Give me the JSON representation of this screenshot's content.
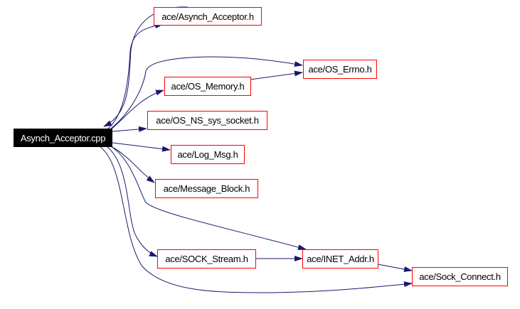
{
  "graph": {
    "root": "Asynch_Acceptor.cpp",
    "nodes": {
      "asynch_acceptor_h": "ace/Asynch_Acceptor.h",
      "os_errno_h": "ace/OS_Errno.h",
      "os_memory_h": "ace/OS_Memory.h",
      "os_ns_sys_socket_h": "ace/OS_NS_sys_socket.h",
      "log_msg_h": "ace/Log_Msg.h",
      "message_block_h": "ace/Message_Block.h",
      "sock_stream_h": "ace/SOCK_Stream.h",
      "inet_addr_h": "ace/INET_Addr.h",
      "sock_connect_h": "ace/Sock_Connect.h"
    },
    "edges": [
      [
        "Asynch_Acceptor.cpp",
        "ace/Asynch_Acceptor.h"
      ],
      [
        "ace/Asynch_Acceptor.h",
        "Asynch_Acceptor.cpp"
      ],
      [
        "Asynch_Acceptor.cpp",
        "ace/OS_Errno.h"
      ],
      [
        "Asynch_Acceptor.cpp",
        "ace/OS_Memory.h"
      ],
      [
        "ace/OS_Memory.h",
        "ace/OS_Errno.h"
      ],
      [
        "Asynch_Acceptor.cpp",
        "ace/OS_NS_sys_socket.h"
      ],
      [
        "Asynch_Acceptor.cpp",
        "ace/Log_Msg.h"
      ],
      [
        "Asynch_Acceptor.cpp",
        "ace/Message_Block.h"
      ],
      [
        "Asynch_Acceptor.cpp",
        "ace/INET_Addr.h"
      ],
      [
        "Asynch_Acceptor.cpp",
        "ace/SOCK_Stream.h"
      ],
      [
        "ace/SOCK_Stream.h",
        "ace/INET_Addr.h"
      ],
      [
        "ace/INET_Addr.h",
        "ace/Sock_Connect.h"
      ],
      [
        "Asynch_Acceptor.cpp",
        "ace/Sock_Connect.h"
      ]
    ],
    "colors": {
      "edge": "#191970",
      "node_border": "#ff0000",
      "root_fill": "#000000"
    }
  }
}
